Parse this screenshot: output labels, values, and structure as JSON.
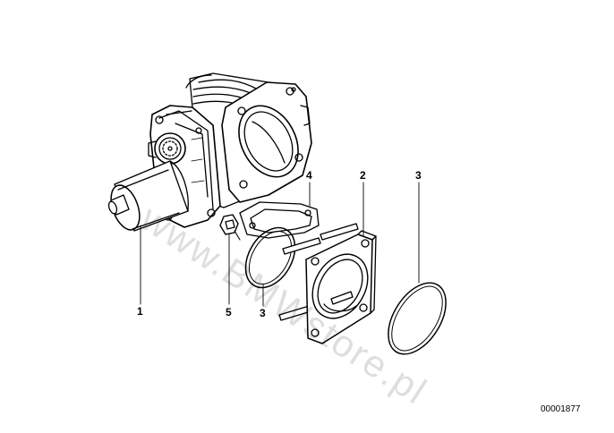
{
  "callouts": {
    "one": "1",
    "two": "2",
    "three_left": "3",
    "three_right": "3",
    "four": "4",
    "five": "5"
  },
  "reference_number": "00001877",
  "watermark": "www.BMWstore.pl",
  "line_color": "#000000",
  "background_color": "#ffffff"
}
